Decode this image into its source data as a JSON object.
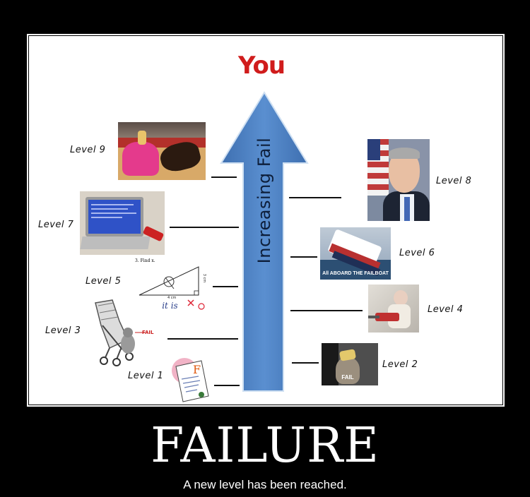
{
  "top_label": "You",
  "arrow_label": "Increasing Fail",
  "levels": {
    "l1": "Level 1",
    "l2": "Level 2",
    "l3": "Level 3",
    "l4": "Level 4",
    "l5": "Level 5",
    "l6": "Level 6",
    "l7": "Level 7",
    "l8": "Level 8",
    "l9": "Level 9"
  },
  "image_texts": {
    "find_x": "3. Find x.",
    "here_it_is": "Here it is",
    "side_4cm": "4 cm",
    "side_3cm": "3 cm",
    "stroller_fail": "FAIL",
    "failboat": "All ABOARD THE FAILBOAT",
    "cat_fail": "FAIL"
  },
  "caption": {
    "title": "FAILURE",
    "subtitle": "A new level has been reached."
  },
  "colors": {
    "background": "#000000",
    "panel": "#ffffff",
    "arrow_fill": "#4a7fc1",
    "you_red": "#d01c1c"
  }
}
